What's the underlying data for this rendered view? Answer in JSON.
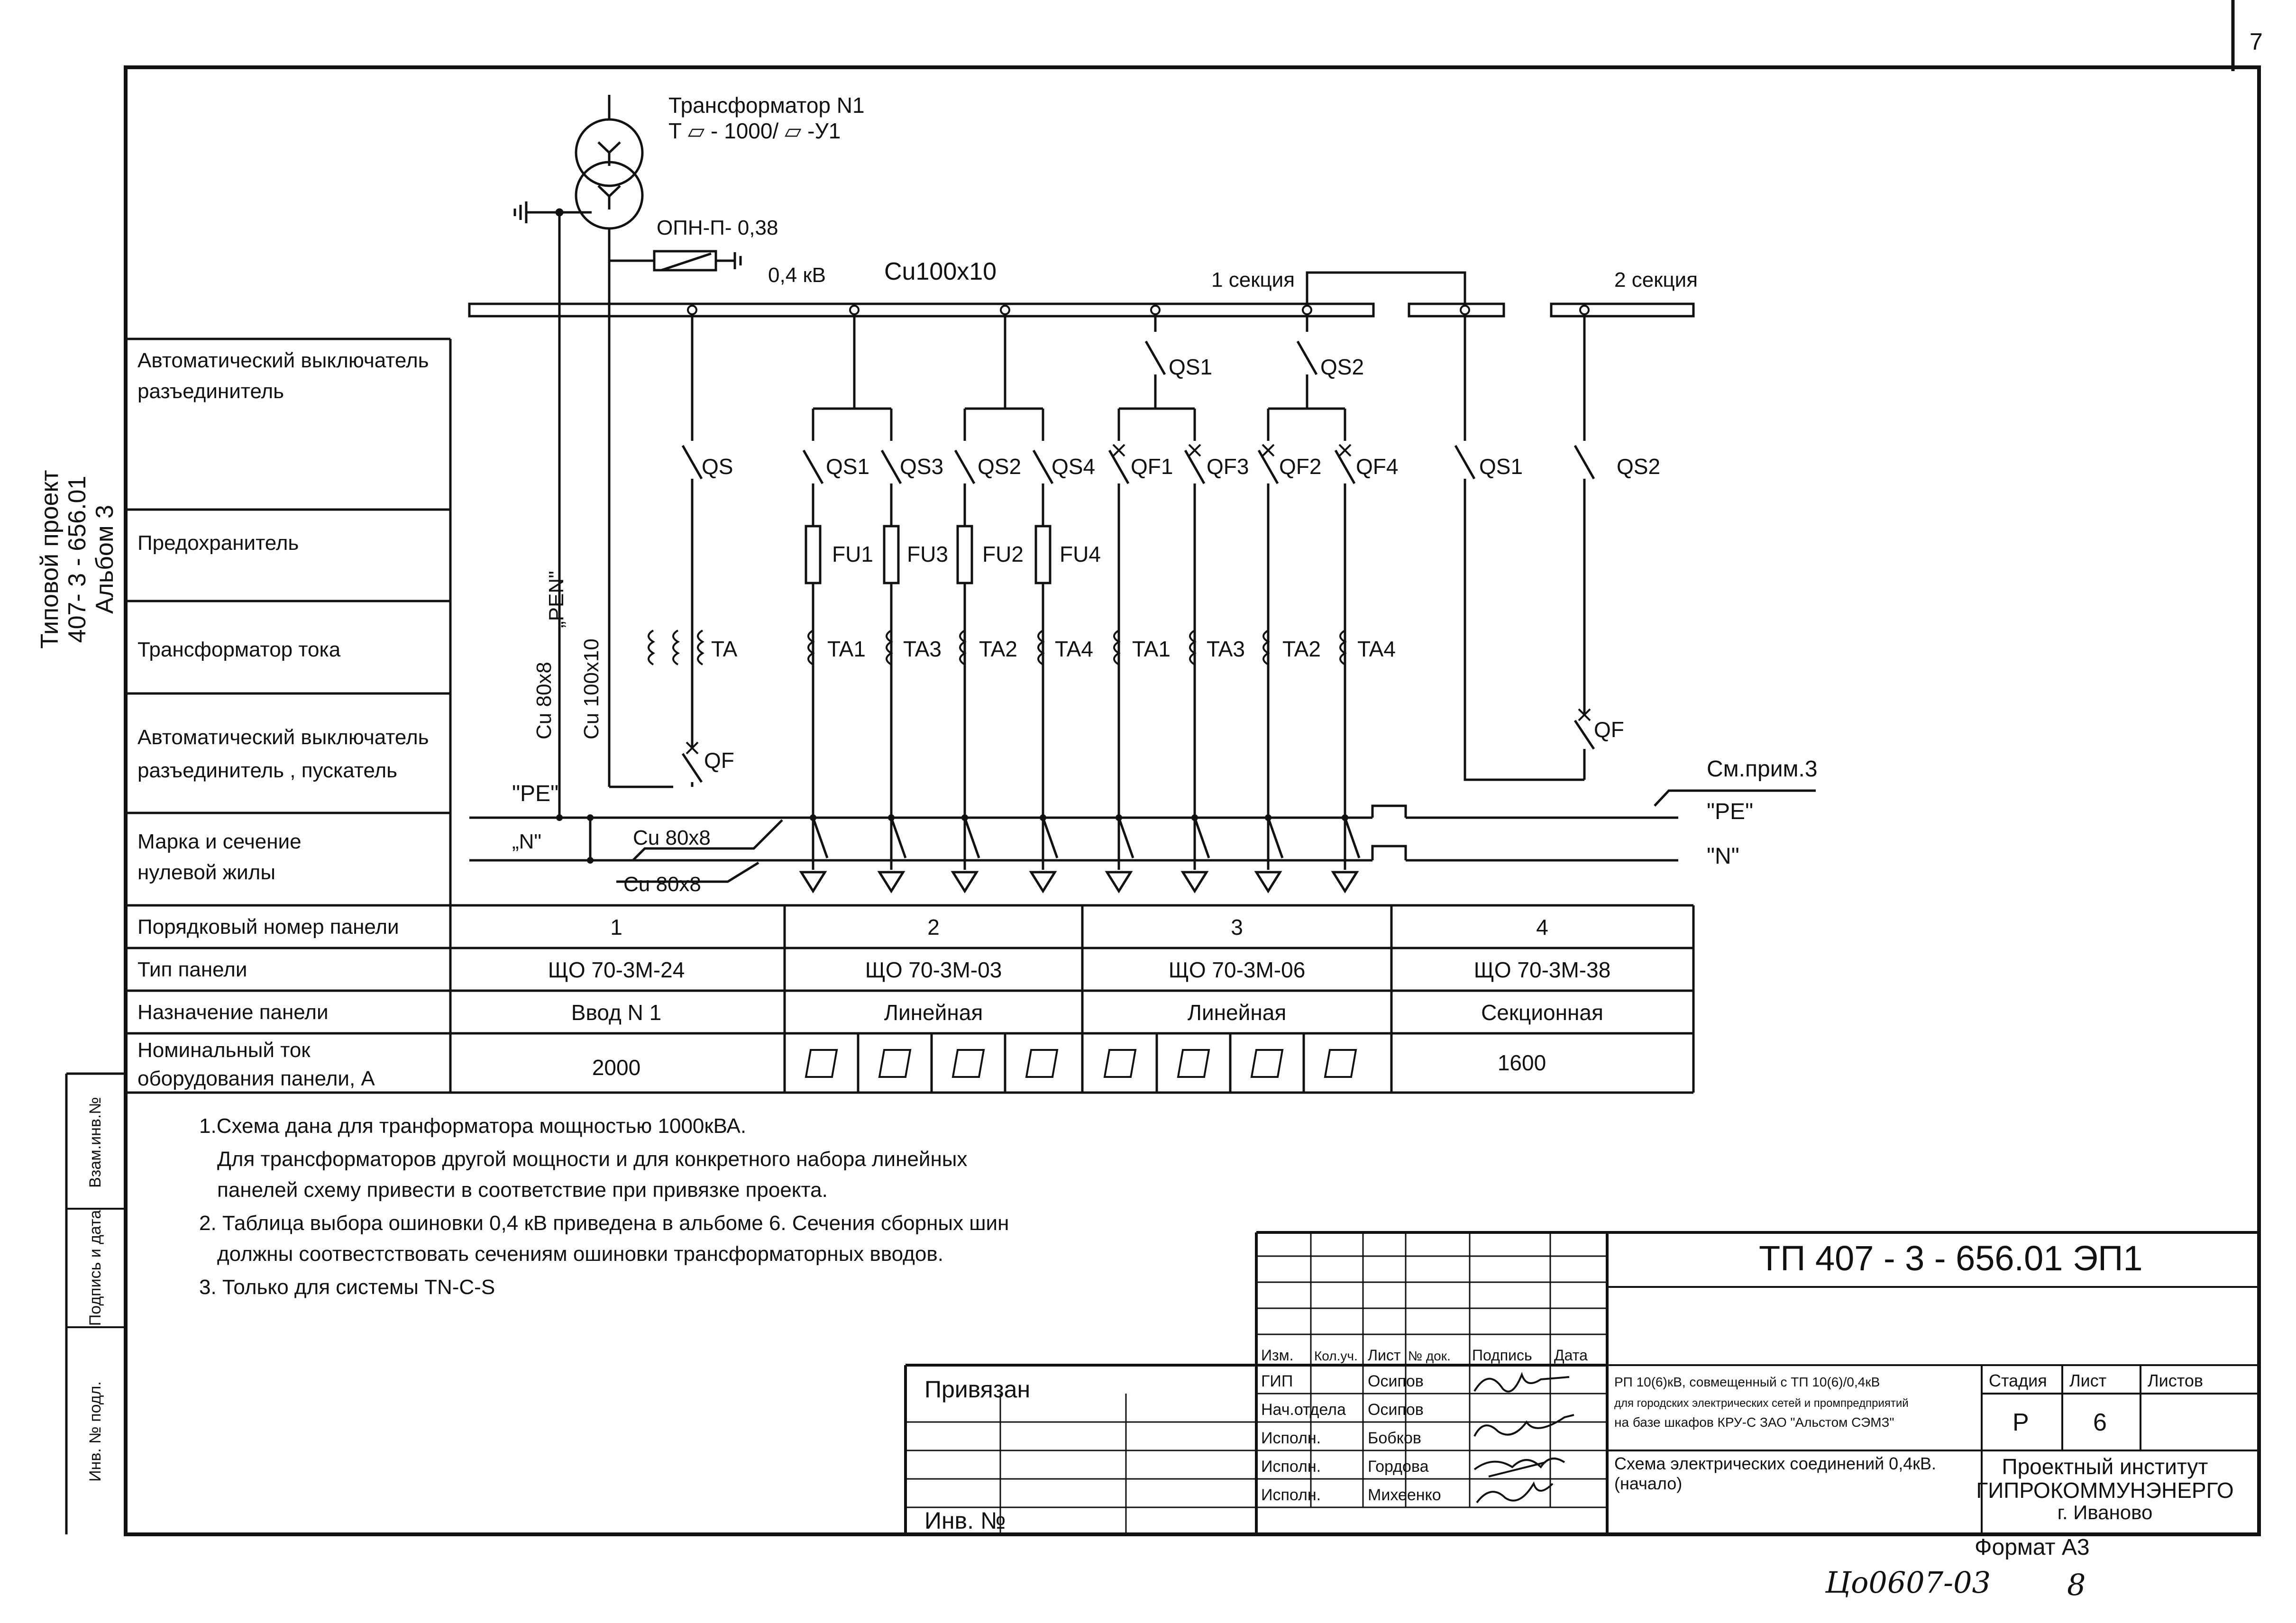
{
  "sheet_corner_number": "7",
  "side_title": {
    "line1": "Типовой проект",
    "line2": "407- 3 - 656.01",
    "line3": "Альбом 3"
  },
  "side_stamp": [
    "Взам.инв.№",
    "Подпись и дата",
    "Инв. № подл."
  ],
  "transformer": {
    "name": "Трансформатор N1",
    "spec": "Т ▱ - 1000/ ▱ -У1",
    "surge_arrester": "ОПН-П- 0,38"
  },
  "bus": {
    "voltage": "0,4 кВ",
    "bar": "Cu100x10",
    "section1": "1 секция",
    "section2": "2 секция"
  },
  "row_labels": {
    "breaker_disconnector_1": "Автоматический выключатель разъединитель",
    "fuse": "Предохранитель",
    "current_transformer": "Трансформатор тока",
    "breaker_disconnector_2a": "Автоматический выключатель",
    "breaker_disconnector_2b": "разъединитель   , пускатель",
    "neutral_a": "Марка и сечение",
    "neutral_b": "нулевой жилы",
    "panel_number": "Порядковый номер панели",
    "panel_type": "Тип панели",
    "panel_purpose": "Назначение панели",
    "rated_current_a": "Номинальный ток",
    "rated_current_b": "оборудования панели, А"
  },
  "conductors": {
    "pen": "„PEN\"",
    "cu80x8_vertical": "Cu 80x8",
    "cu100x10_vertical": "Cu 100x10",
    "pe_left": "\"PE\"",
    "n_left": "„N\"",
    "cu80x8_a": "Cu 80x8",
    "cu80x8_b": "Cu 80x8",
    "see_note": "См.прим.3",
    "pe_right": "\"PE\"",
    "n_right": "\"N\""
  },
  "device_labels": {
    "qs": "QS",
    "qs1": "QS1",
    "qs3": "QS3",
    "qs2": "QS2",
    "qs4": "QS4",
    "qf1": "QF1",
    "qf3": "QF3",
    "qf2": "QF2",
    "qf4": "QF4",
    "qs1_top": "QS1",
    "qs2_top": "QS2",
    "qs1_sec": "QS1",
    "qs2_sec": "QS2",
    "fu1": "FU1",
    "fu3": "FU3",
    "fu2": "FU2",
    "fu4": "FU4",
    "ta": "TA",
    "ta1a": "TA1",
    "ta3a": "TA3",
    "ta2a": "TA2",
    "ta4a": "TA4",
    "ta1b": "TA1",
    "ta3b": "TA3",
    "ta2b": "TA2",
    "ta4b": "TA4",
    "qf_in": "QF",
    "qf_sec": "QF"
  },
  "panels": [
    {
      "number": "1",
      "type": "ЩО 70-3М-24",
      "purpose": "Ввод N 1",
      "current": "2000"
    },
    {
      "number": "2",
      "type": "ЩО 70-3М-03",
      "purpose": "Линейная",
      "current": ""
    },
    {
      "number": "3",
      "type": "ЩО 70-3М-06",
      "purpose": "Линейная",
      "current": ""
    },
    {
      "number": "4",
      "type": "ЩО 70-3М-38",
      "purpose": "Секционная",
      "current": "1600"
    }
  ],
  "notes": [
    "1.Схема дана для транформатора мощностью 1000кВА.",
    "Для трансформаторов другой мощности и для конкретного набора линейных",
    "панелей схему привести в соответствие при привязке проекта.",
    "2. Таблица выбора ошиновки 0,4 кВ приведена в альбоме 6. Сечения сборных шин",
    "должны соотвестствовать сечениям ошиновки трансформаторных вводов.",
    "3. Только для системы  TN-C-S"
  ],
  "title_block": {
    "doc_code": "ТП 407 - 3 - 656.01     ЭП1",
    "headers": [
      "Изм.",
      "Кол.уч.",
      "Лист",
      "№ док.",
      "Подпись",
      "Дата"
    ],
    "roles": [
      "ГИП",
      "Нач.отдела",
      "Исполн.",
      "Исполн.",
      "Исполн."
    ],
    "names": [
      "Осипов",
      "Осипов",
      "Бобков",
      "Гордова",
      "Михеенко"
    ],
    "bound_label": "Привязан",
    "inv_label": "Инв. №",
    "project_desc": [
      "РП 10(6)кВ, совмещенный с ТП 10(6)/0,4кВ",
      "для городских электрических сетей и промпредприятий",
      "на базе шкафов КРУ-С ЗАО \"Альстом СЭМЗ\""
    ],
    "sheet_desc": [
      "Схема  электрических соединений 0,4кВ.",
      "(начало)"
    ],
    "stage_label": "Стадия",
    "sheet_label": "Лист",
    "sheets_label": "Листов",
    "stage": "Р",
    "sheet": "6",
    "institute": [
      "Проектный институт",
      "ГИПРОКОММУНЭНЕРГО",
      "г. Иваново"
    ],
    "format": "Формат А3"
  },
  "handwritten": {
    "archive_number": "Цо0607-03",
    "page": "8"
  }
}
